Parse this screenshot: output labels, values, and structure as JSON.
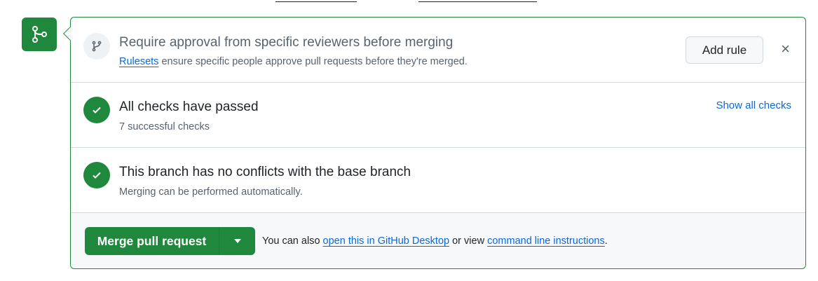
{
  "rules": {
    "title": "Require approval from specific reviewers before merging",
    "link": "Rulesets",
    "desc": " ensure specific people approve pull requests before they're merged.",
    "add_rule": "Add rule",
    "close": "×"
  },
  "checks": {
    "title": "All checks have passed",
    "sub": "7 successful checks",
    "show_all": "Show all checks"
  },
  "conflicts": {
    "title": "This branch has no conflicts with the base branch",
    "sub": "Merging can be performed automatically."
  },
  "merge": {
    "button": "Merge pull request",
    "alt_prefix": "You can also ",
    "desktop_link": "open this in GitHub Desktop",
    "alt_mid": " or view ",
    "cli_link": "command line instructions",
    "alt_suffix": "."
  },
  "colors": {
    "success": "#1f883d",
    "link": "#0969da"
  }
}
